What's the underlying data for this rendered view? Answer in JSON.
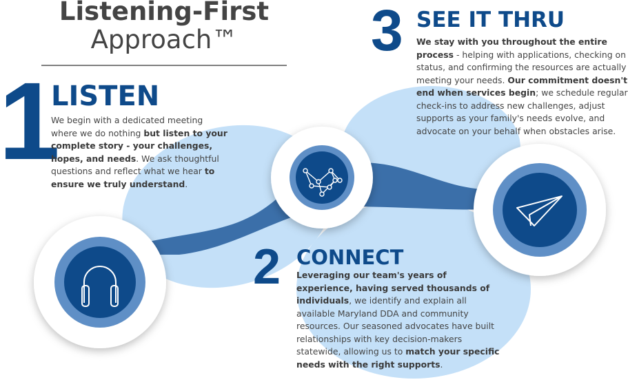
{
  "header": {
    "line1": "Listening-First",
    "line2": "Approach™"
  },
  "listen": {
    "number": "1",
    "title": "LISTEN",
    "body": [
      {
        "t": "We begin with a dedicated meeting where we do nothing ",
        "b": false
      },
      {
        "t": "but listen to your complete story - your challenges, hopes, and needs",
        "b": true
      },
      {
        "t": ". We ask thoughtful questions and reflect what we hear ",
        "b": false
      },
      {
        "t": "to ensure we truly understand",
        "b": true
      },
      {
        "t": ".",
        "b": false
      }
    ],
    "icon": "headphones-icon"
  },
  "connect": {
    "number": "2",
    "title": "CONNECT",
    "body": [
      {
        "t": "Leveraging our team's years of experience, having served thousands of individuals",
        "b": true
      },
      {
        "t": ", we identify and explain all available Maryland DDA and community resources. Our seasoned advocates have built relationships with key decision-makers statewide, allowing us to ",
        "b": false
      },
      {
        "t": "match your specific needs with the right supports",
        "b": true
      },
      {
        "t": ".",
        "b": false
      }
    ],
    "icon": "network-icon"
  },
  "see": {
    "number": "3",
    "title": "SEE IT THRU",
    "body": [
      {
        "t": "We stay with you throughout the entire process",
        "b": true
      },
      {
        "t": " - helping with applications, checking on status, and confirming the resources are actually meeting your needs. ",
        "b": false
      },
      {
        "t": "Our commitment doesn't end when services begin",
        "b": true
      },
      {
        "t": "; we schedule regular check-ins to address new challenges, adjust supports as your family's needs evolve, and advocate on your behalf when obstacles arise.",
        "b": false
      }
    ],
    "icon": "paper-plane-icon"
  },
  "colors": {
    "dark": "#0e4a8a",
    "mid": "#5f8fc6",
    "light": "#c4e0f8",
    "ribbon": "#3b6fa9"
  }
}
